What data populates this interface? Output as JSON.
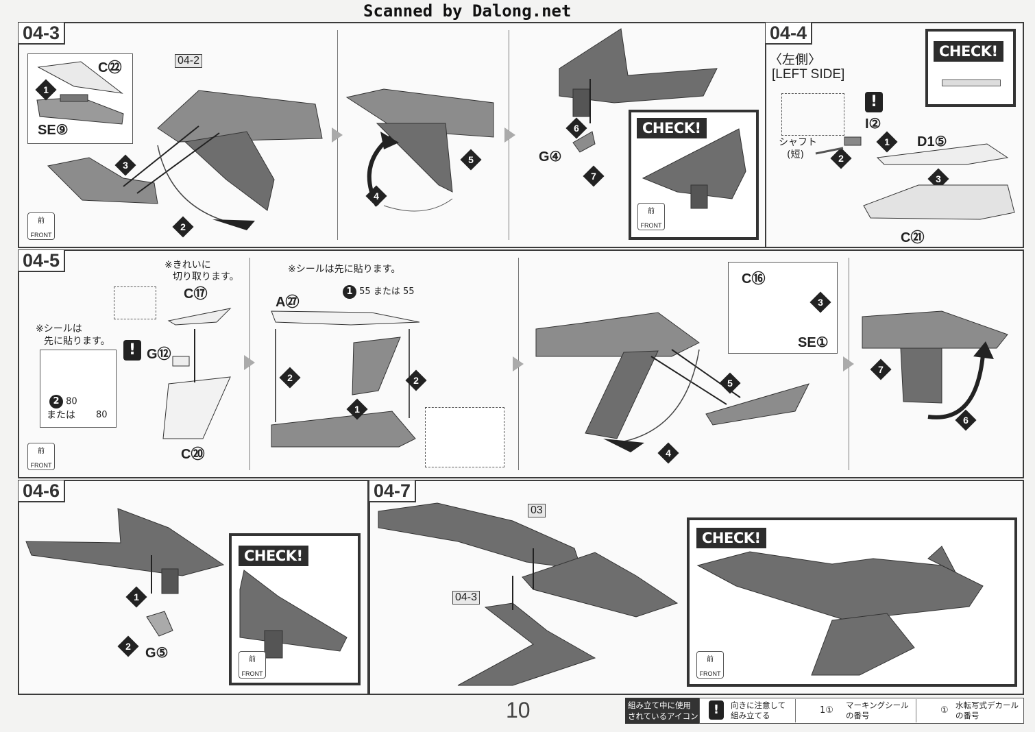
{
  "header": {
    "scan_credit": "Scanned by Dalong.net"
  },
  "page_number": "10",
  "sections": {
    "s0403": {
      "label": "04-3",
      "ref_tag": "04-2",
      "parts": {
        "c22": "C㉒",
        "se9": "SE⑨"
      },
      "steps": [
        "1",
        "2",
        "3",
        "4",
        "5",
        "6",
        "7"
      ],
      "g4": "G④",
      "check": "CHECK!",
      "front_kanji": "前",
      "front": "FRONT"
    },
    "s0404": {
      "label": "04-4",
      "side_jp": "〈左側〉",
      "side_en": "[LEFT SIDE]",
      "check": "CHECK!",
      "i2": "I②",
      "shaft_jp": "シャフト",
      "shaft_jp2": "(短)",
      "d15": "D1⑤",
      "c21": "C㉑",
      "steps": [
        "1",
        "2",
        "3"
      ]
    },
    "s0405": {
      "label": "04-5",
      "cut_note_1": "※きれいに",
      "cut_note_2": "切り取ります。",
      "c17": "C⑰",
      "seal_note_1": "※シールは",
      "seal_note_2": "先に貼ります。",
      "g12": "G⑫",
      "c20": "C⑳",
      "sticker_a": "2",
      "sticker_a_num": "80",
      "or": "または",
      "sticker_b_num": "80",
      "seal_first": "※シールは先に貼ります。",
      "a27": "A㉗",
      "sticker_c": "1",
      "sticker_c_num": "55",
      "sticker_d_num": "55",
      "c16": "C⑯",
      "se1": "SE①",
      "front_kanji": "前",
      "front": "FRONT",
      "steps": [
        "1",
        "2",
        "3",
        "4",
        "5",
        "6",
        "7"
      ]
    },
    "s0406": {
      "label": "04-6",
      "g5": "G⑤",
      "check": "CHECK!",
      "front_kanji": "前",
      "front": "FRONT",
      "steps": [
        "1",
        "2"
      ]
    },
    "s0407": {
      "label": "04-7",
      "ref_03": "03",
      "ref_0403": "04-3",
      "check": "CHECK!",
      "front_kanji": "前",
      "front": "FRONT"
    }
  },
  "legend": {
    "title_1": "組み立て中に使用",
    "title_2": "されているアイコン",
    "caution_1": "向きに注意して",
    "caution_2": "組み立てる",
    "marking_num": "1①",
    "marking_1": "マーキングシール",
    "marking_2": "の番号",
    "decal_num": "①",
    "decal_1": "水転写式デカール",
    "decal_2": "の番号"
  }
}
